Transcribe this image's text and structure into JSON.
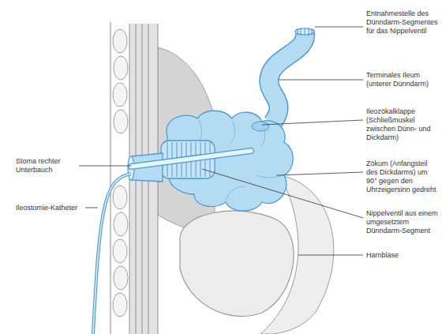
{
  "diagram": {
    "labels": [
      "Entnahmestelle des Dünndarm-Segmentes für das Nippelventil",
      "Terminales Ileum (unterer Dünndarm)",
      "Ileozökalklappe (Schließmuskel zwischen Dünn- und Dickdarm)",
      "Zökum (Anfangsteil des Dickdarms) um 90° gegen den Uhrzeigersinn gedreht",
      "Nippelventil aus einem umgesetztem Dünndarm-Segment",
      "Harnblase",
      "Stoma rechter Unterbauch",
      "Ileostomie-Katheter"
    ]
  }
}
